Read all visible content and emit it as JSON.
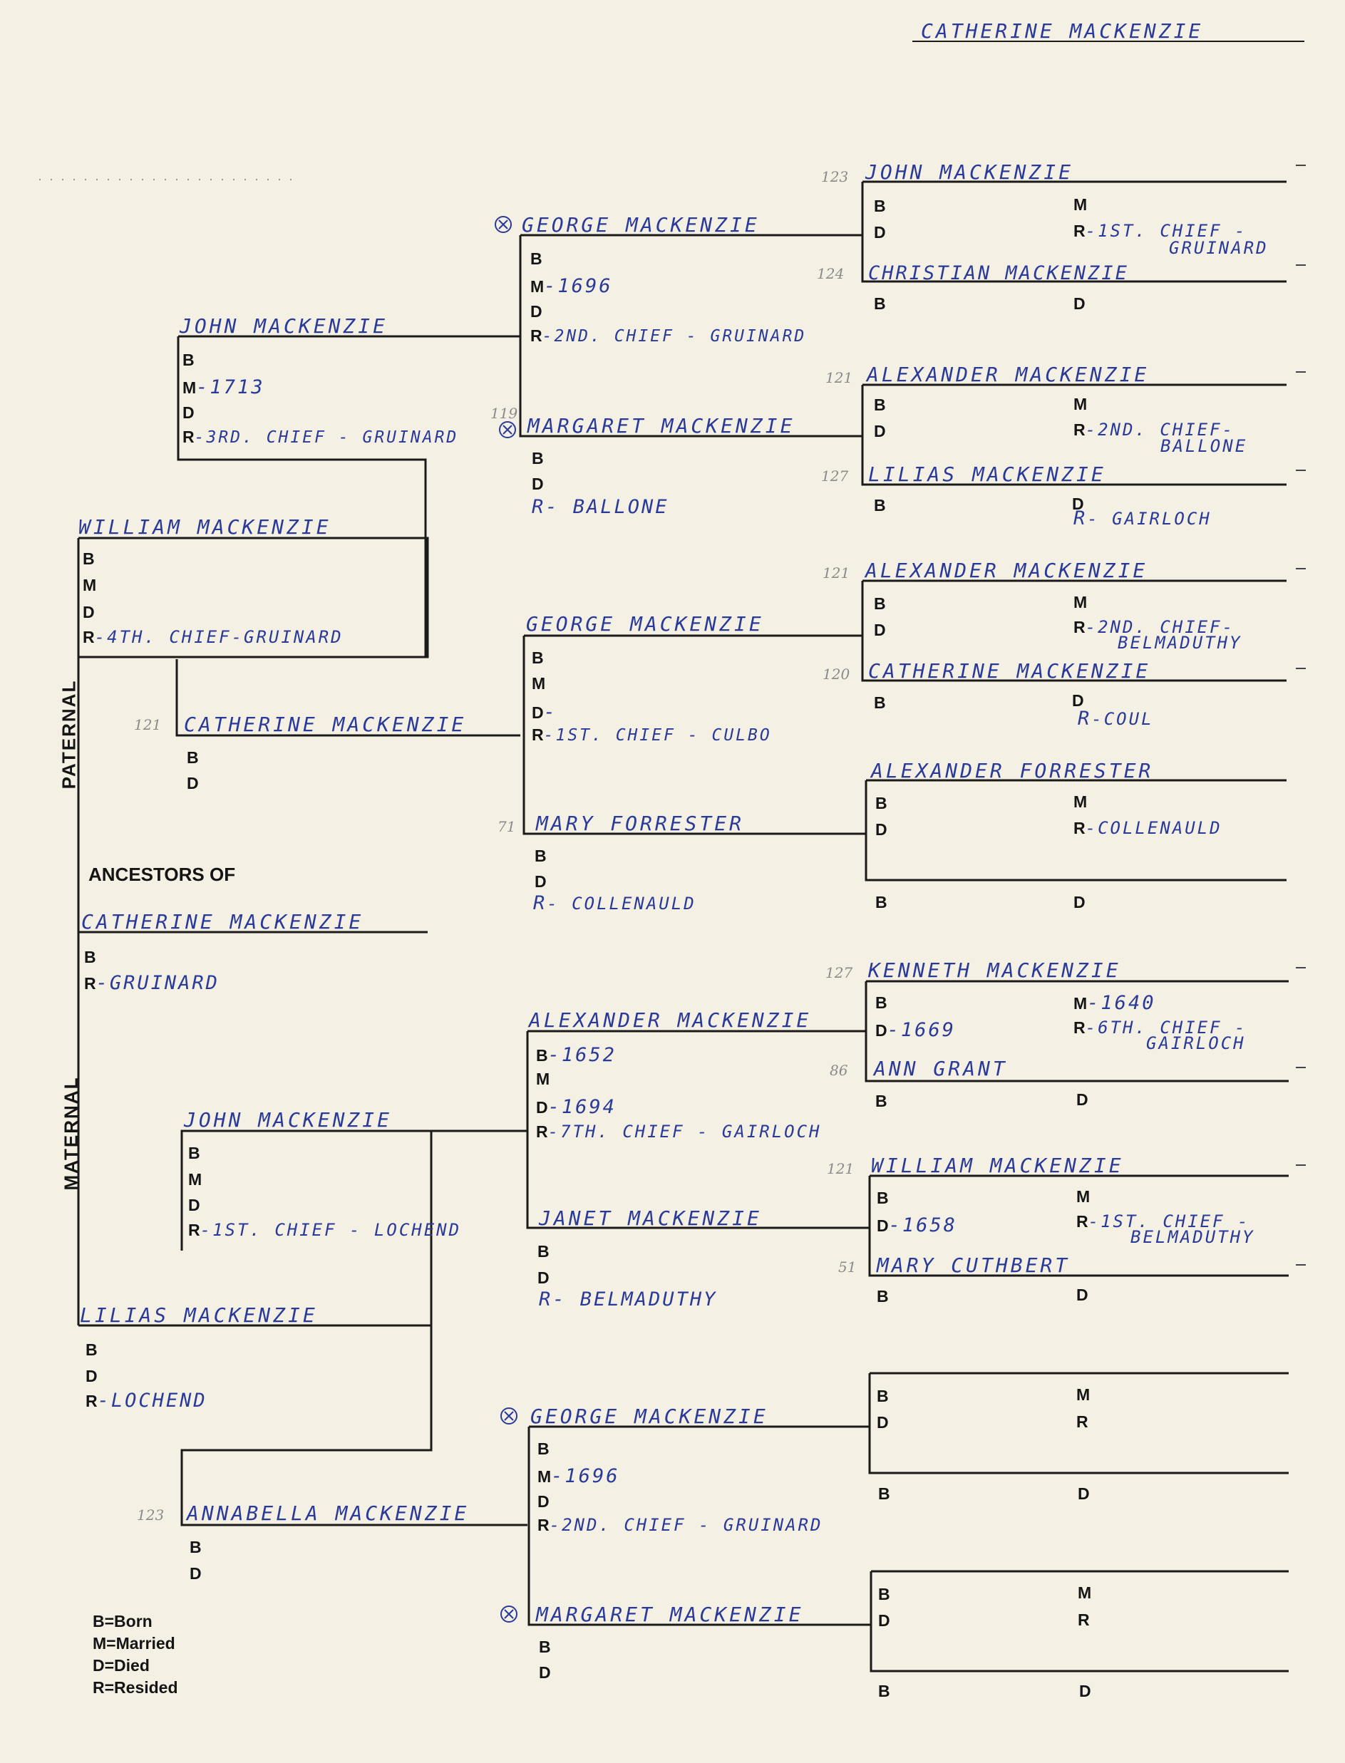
{
  "page_title": "CATHERINE MACKENZIE",
  "ancestors_label": "ANCESTORS OF",
  "side_labels": {
    "paternal": "PATERNAL",
    "maternal": "MATERNAL"
  },
  "legend": [
    "B=Born",
    "M=Married",
    "D=Died",
    "R=Resided"
  ],
  "labels": {
    "born": "B",
    "married": "M",
    "died": "D",
    "resided": "R"
  },
  "subject": {
    "name": "CATHERINE MACKENZIE",
    "resided": "-GRUINARD"
  },
  "gen1": {
    "father": {
      "name": "WILLIAM MACKENZIE",
      "resided": "-4TH. CHIEF-GRUINARD"
    },
    "mother": {
      "name": "LILIAS MACKENZIE",
      "resided": "-LOCHEND"
    }
  },
  "gen2": {
    "pf": {
      "name": "JOHN MACKENZIE",
      "married": "-1713",
      "resided": "-3RD. CHIEF - GRUINARD"
    },
    "pm": {
      "name": "CATHERINE MACKENZIE",
      "ref": "121"
    },
    "mf": {
      "name": "JOHN MACKENZIE",
      "resided": "-1ST. CHIEF - LOCHEND"
    },
    "mm": {
      "name": "ANNABELLA MACKENZIE",
      "ref": "123"
    }
  },
  "gen3": {
    "a": {
      "name": "GEORGE MACKENZIE",
      "married": "-1696",
      "resided": "-2ND. CHIEF - GRUINARD"
    },
    "b": {
      "name": "MARGARET MACKENZIE",
      "ref": "119",
      "resided": "- BALLONE"
    },
    "c": {
      "name": "GEORGE MACKENZIE",
      "died": "-",
      "resided": "-1ST. CHIEF - CULBO"
    },
    "d": {
      "name": "MARY FORRESTER",
      "ref": "71",
      "resided": "- COLLENAULD"
    },
    "e": {
      "name": "ALEXANDER MACKENZIE",
      "born": "-1652",
      "died": "-1694",
      "resided": "-7TH. CHIEF - GAIRLOCH"
    },
    "f": {
      "name": "JANET MACKENZIE",
      "resided": "- BELMADUTHY"
    },
    "g": {
      "name": "GEORGE MACKENZIE",
      "married": "-1696",
      "resided": "-2ND. CHIEF - GRUINARD"
    },
    "h": {
      "name": "MARGARET MACKENZIE"
    }
  },
  "gen4": {
    "p1": {
      "husband": "JOHN MACKENZIE",
      "husband_ref": "123",
      "wife": "CHRISTIAN MACKENZIE",
      "wife_ref": "124",
      "resided": "-1ST. CHIEF -",
      "resided2": "GRUINARD"
    },
    "p2": {
      "husband": "ALEXANDER MACKENZIE",
      "husband_ref": "121",
      "wife": "LILIAS MACKENZIE",
      "wife_ref": "127",
      "resided": "-2ND. CHIEF-",
      "resided2": "BALLONE",
      "wife_resided": "- GAIRLOCH"
    },
    "p3": {
      "husband": "ALEXANDER MACKENZIE",
      "husband_ref": "121",
      "wife": "CATHERINE MACKENZIE",
      "wife_ref": "120",
      "resided": "-2ND. CHIEF-",
      "resided2": "BELMADUTHY",
      "wife_resided": "-COUL"
    },
    "p4": {
      "husband": "ALEXANDER FORRESTER",
      "resided": "-COLLENAULD"
    },
    "p5": {
      "husband": "KENNETH MACKENZIE",
      "husband_ref": "127",
      "wife": "ANN GRANT",
      "wife_ref": "86",
      "married": "-1640",
      "died": "-1669",
      "resided": "-6TH. CHIEF -",
      "resided2": "GAIRLOCH"
    },
    "p6": {
      "husband": "WILLIAM MACKENZIE",
      "husband_ref": "121",
      "wife": "MARY CUTHBERT",
      "wife_ref": "51",
      "died": "-1658",
      "resided": "-1ST. CHIEF -",
      "resided2": "BELMADUTHY"
    }
  }
}
